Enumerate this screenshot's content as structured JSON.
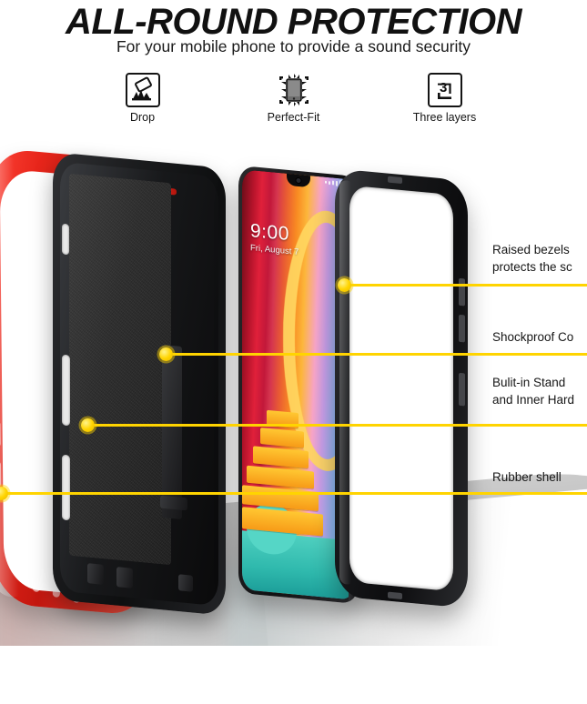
{
  "header": {
    "title": "ALL-ROUND PROTECTION",
    "subtitle": "For your mobile phone to provide a sound security"
  },
  "features": [
    {
      "label": "Drop",
      "icon": "drop-impact-icon"
    },
    {
      "label": "Perfect-Fit",
      "icon": "perfect-fit-phone-icon"
    },
    {
      "label": "Three layers",
      "icon": "three-layers-icon",
      "glyph": "3"
    }
  ],
  "phone": {
    "time": "9:00",
    "date": "Fri, August 7"
  },
  "callouts": [
    {
      "id": "raised-bezels",
      "lines": [
        "Raised bezels",
        "protects the sc"
      ]
    },
    {
      "id": "shockproof",
      "lines": [
        "Shockproof Co"
      ]
    },
    {
      "id": "built-in-stand",
      "lines": [
        "Bulit-in Stand",
        "and Inner Hard"
      ]
    },
    {
      "id": "rubber-shell",
      "lines": [
        "Rubber shell"
      ]
    }
  ],
  "colors": {
    "accent_yellow": "#ffd400",
    "shell_red": "#e0201a",
    "case_black": "#151617",
    "text": "#161616",
    "background": "#ffffff"
  }
}
